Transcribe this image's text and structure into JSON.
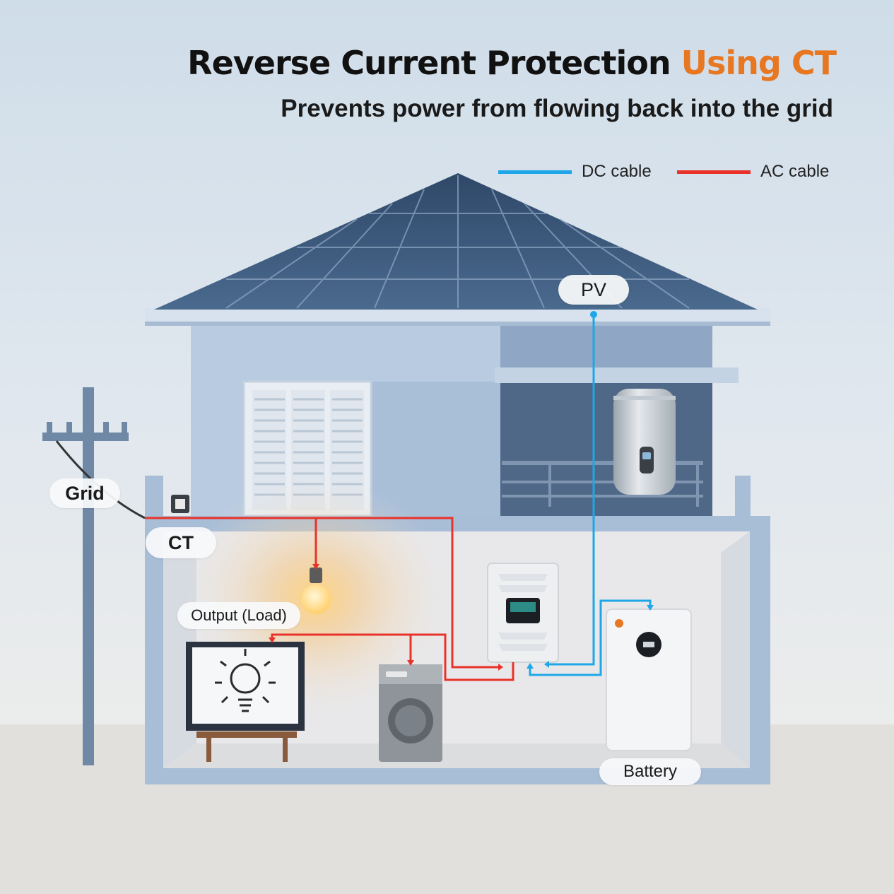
{
  "title": {
    "main": "Reverse Current Protection ",
    "accent": "Using CT"
  },
  "subtitle": "Prevents power from flowing back into the grid",
  "legend": [
    {
      "label": "DC cable",
      "color": "#1ea7e8"
    },
    {
      "label": "AC cable",
      "color": "#e8322a"
    }
  ],
  "labels": {
    "pv": "PV",
    "grid": "Grid",
    "ct": "CT",
    "load": "Output (Load)",
    "battery": "Battery"
  },
  "colors": {
    "dc_cable": "#1ea7e8",
    "ac_cable": "#e8322a",
    "accent": "#e87722",
    "roof": "#3d5a7c",
    "wall": "#b6c9df"
  }
}
